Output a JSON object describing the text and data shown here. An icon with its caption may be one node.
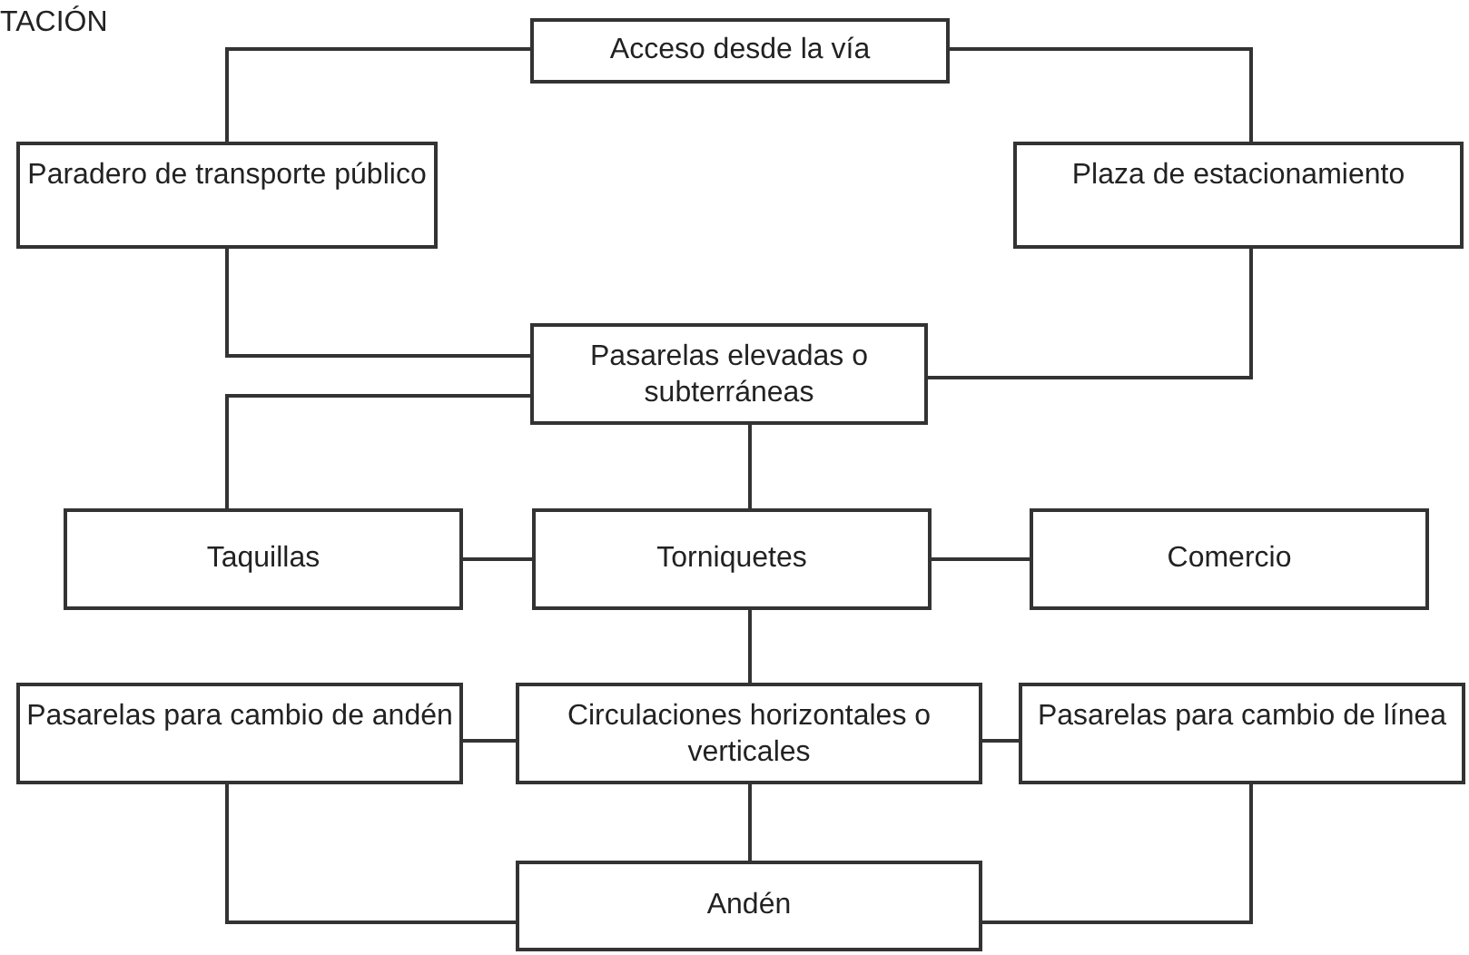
{
  "diagram": {
    "nodes": [
      {
        "text": [
          "Acceso desde la vía"
        ]
      },
      {
        "text": [
          "Paradero de transporte público"
        ]
      },
      {
        "text": [
          "Plaza de estacionamiento"
        ]
      },
      {
        "text": [
          "Pasarelas elevadas o subterráneas"
        ]
      },
      {
        "text": [
          "Taquillas"
        ]
      },
      {
        "text": [
          "Torniquetes"
        ]
      },
      {
        "text": [
          "Comercio"
        ]
      },
      {
        "text": [
          "Pasarelas para cambio de andén"
        ]
      },
      {
        "text": [
          "Circulaciones horizontales o verticales"
        ]
      },
      {
        "text": [
          "Pasarelas para cambio de línea"
        ]
      },
      {
        "text": [
          "Andén"
        ]
      }
    ],
    "edges": [
      {
        "from": 0,
        "to": 1,
        "arrow": "none"
      },
      {
        "from": 0,
        "to": 2,
        "arrow": "none"
      },
      {
        "from": 1,
        "to": 3,
        "arrow": "none"
      },
      {
        "from": 2,
        "to": 3,
        "arrow": "none"
      },
      {
        "from": 3,
        "to": 4,
        "arrow": "none"
      },
      {
        "from": 3,
        "to": 5,
        "arrow": "none"
      },
      {
        "from": 4,
        "to": 5,
        "arrow": "none"
      },
      {
        "from": 5,
        "to": 6,
        "arrow": "none"
      },
      {
        "from": 5,
        "to": 8,
        "arrow": "none"
      },
      {
        "from": 7,
        "to": 8,
        "arrow": "none"
      },
      {
        "from": 8,
        "to": 9,
        "arrow": "none"
      },
      {
        "from": 8,
        "to": 10,
        "arrow": "none"
      },
      {
        "from": 7,
        "to": 10,
        "arrow": "none"
      },
      {
        "from": 9,
        "to": 10,
        "arrow": "none"
      }
    ],
    "labels": [
      "TACIÓN"
    ]
  }
}
